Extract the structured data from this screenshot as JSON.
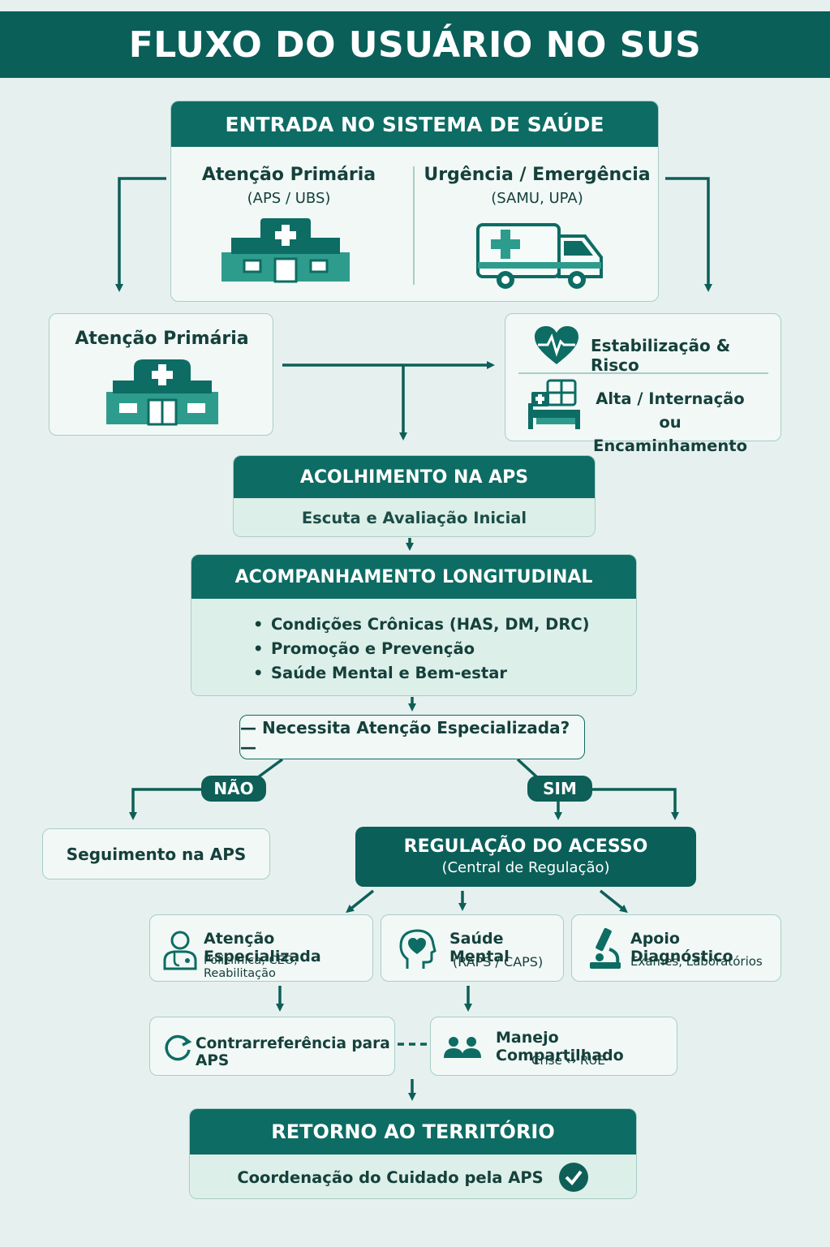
{
  "title": "FLUXO DO USUÁRIO NO SUS",
  "entrada": {
    "header": "ENTRADA NO SISTEMA DE SAÚDE",
    "left_title": "Atenção Primária",
    "left_sub": "(APS / UBS)",
    "right_title": "Urgência / Emergência",
    "right_sub": "(SAMU, UPA)"
  },
  "aps_box": {
    "title": "Atenção Primária"
  },
  "urgencia_box": {
    "item1": "Estabilização & Risco",
    "item2_line1": "Alta / Internação ou",
    "item2_line2": "Encaminhamento"
  },
  "acolhimento": {
    "header": "ACOLHIMENTO NA APS",
    "body": "Escuta e Avaliação Inicial"
  },
  "acompanhamento": {
    "header": "ACOMPANHAMENTO LONGITUDINAL",
    "items": [
      "Condições Crônicas (HAS, DM, DRC)",
      "Promoção e Prevenção",
      "Saúde Mental e Bem-estar"
    ]
  },
  "decision": {
    "question": "— Necessita Atenção Especializada? —",
    "no": "NÃO",
    "yes": "SIM"
  },
  "seguimento": "Seguimento na APS",
  "regulacao": {
    "title": "REGULAÇÃO DO ACESSO",
    "sub": "(Central de Regulação)"
  },
  "especializada": {
    "title": "Atenção Especializada",
    "sub": "Policlínica, CEO, Reabilitação"
  },
  "saude_mental": {
    "title": "Saúde Mental",
    "sub": "(RAPS / CAPS)"
  },
  "apoio": {
    "title": "Apoio Diagnóstico",
    "sub": "Exames, Laboratórios"
  },
  "contrarreferencia": "Contrarreferência para APS",
  "manejo": {
    "title": "Manejo Compartilhado",
    "sub": "Crise ↔ RUE"
  },
  "retorno": {
    "header": "RETORNO AO TERRITÓRIO",
    "body": "Coordenação do Cuidado pela APS"
  },
  "colors": {
    "primary": "#0d6c63",
    "banner": "#0a5f59",
    "background": "#e6f1ef",
    "card": "#f1f8f6",
    "border": "#a9cdc6"
  }
}
